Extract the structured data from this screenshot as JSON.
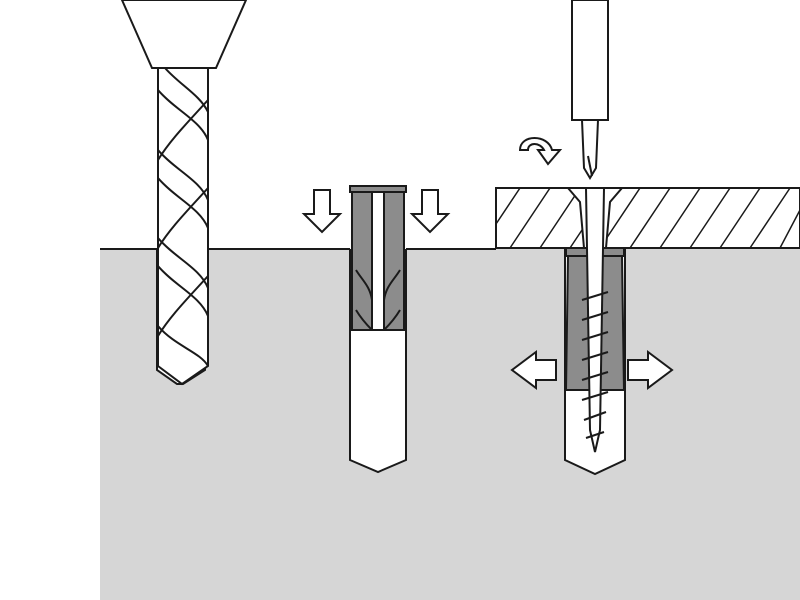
{
  "diagram": {
    "steps": [
      {
        "name": "drill-step",
        "action": "drill-hole"
      },
      {
        "name": "insert-step",
        "action": "insert-wall-plug"
      },
      {
        "name": "screw-step",
        "action": "screw-in-expands-plug"
      }
    ],
    "colors": {
      "wall": "#d6d6d6",
      "outline": "#1a1a1a",
      "plug": "#8c8c8c",
      "plug_dark": "#6e6e6e",
      "hole": "#ffffff",
      "board": "#ffffff",
      "background": "#ffffff"
    },
    "icons": [
      "drill-chuck-icon",
      "down-arrow-icon",
      "rotate-arrow-icon",
      "left-arrow-icon",
      "right-arrow-icon"
    ]
  }
}
